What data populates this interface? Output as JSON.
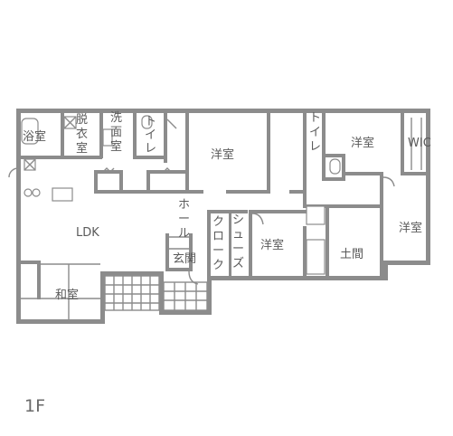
{
  "floor_label": "1F",
  "rooms": {
    "bath": "浴室",
    "dressing": [
      "脱",
      "衣",
      "室"
    ],
    "washroom": [
      "洗",
      "面",
      "室"
    ],
    "toilet_left": [
      "ト",
      "イ",
      "レ"
    ],
    "toilet_right": [
      "ト",
      "イ",
      "レ"
    ],
    "western_top": "洋室",
    "western_top_right": "洋室",
    "wic": "WIC",
    "western_right": "洋室",
    "ldk": "LDK",
    "hall": [
      "ホ",
      "ー",
      "ル"
    ],
    "entrance": "玄関",
    "cloak": [
      "ク",
      "ロ",
      "ー",
      "ク"
    ],
    "shoes": [
      "シ",
      "ュ",
      "ー",
      "ズ"
    ],
    "western_center": "洋室",
    "doma": "土間",
    "japanese": "和室"
  },
  "colors": {
    "wall": "#8c8c8c",
    "text": "#5a5a5a"
  }
}
